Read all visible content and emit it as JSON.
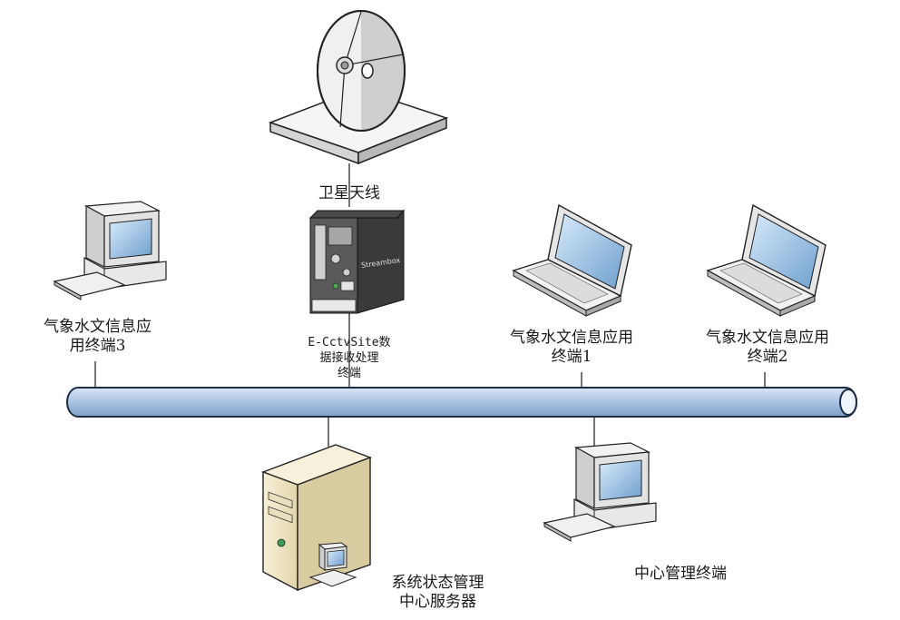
{
  "nodes": {
    "satellite": {
      "label": "卫星天线"
    },
    "receiver": {
      "label_lines": [
        "E-CctvSite数",
        "据接收处理",
        "终端"
      ],
      "brand": "Streambox"
    },
    "terminal3": {
      "label_lines": [
        "气象水文信息应",
        "用终端3"
      ]
    },
    "terminal1": {
      "label_lines": [
        "气象水文信息应用",
        "终端1"
      ]
    },
    "terminal2": {
      "label_lines": [
        "气象水文信息应用",
        "终端2"
      ]
    },
    "server": {
      "label_lines": [
        "系统状态管理",
        "中心服务器"
      ]
    },
    "center": {
      "label": "中心管理终端"
    }
  },
  "colors": {
    "bus_fill": "#a8c3e3",
    "bus_highlight": "#d9e6f5",
    "bus_stroke": "#1b2c44",
    "line": "#1a1a1a",
    "device_grey": "#e6e6e6",
    "screen_blue": "#8fb7dd"
  }
}
